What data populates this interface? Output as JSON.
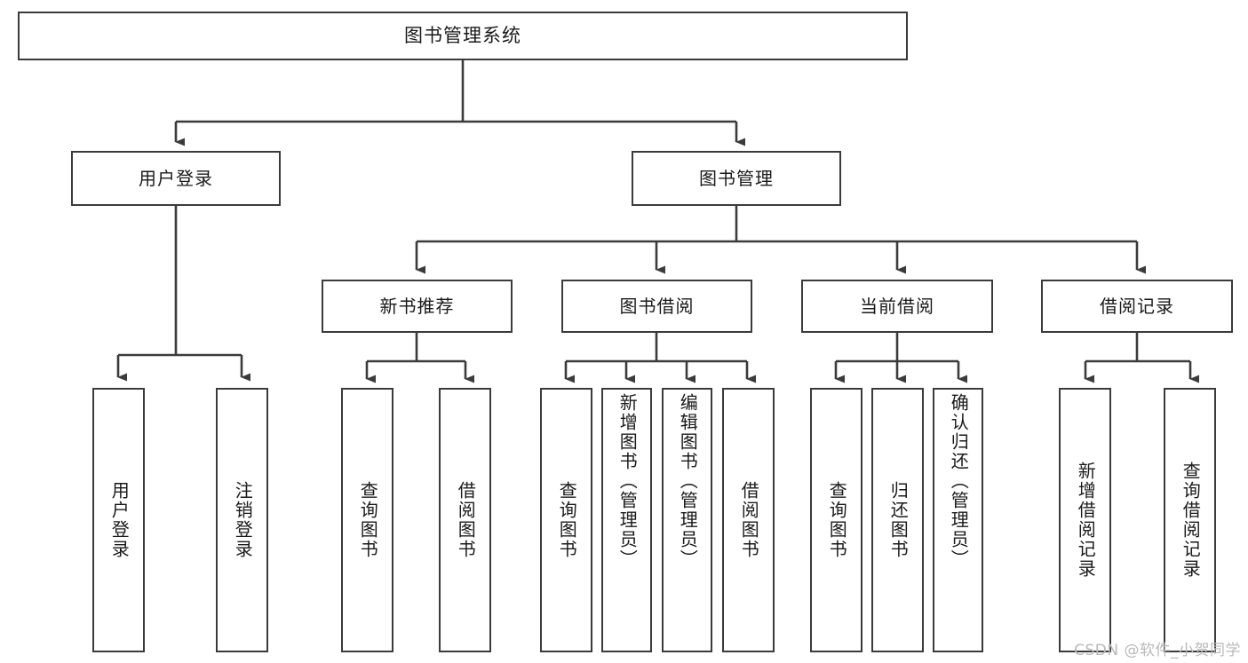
{
  "diagram": {
    "type": "tree-hierarchy-flowchart",
    "root": {
      "label": "图书管理系统"
    },
    "level2": [
      {
        "label": "用户登录"
      },
      {
        "label": "图书管理"
      }
    ],
    "level3": [
      {
        "label": "新书推荐"
      },
      {
        "label": "图书借阅"
      },
      {
        "label": "当前借阅"
      },
      {
        "label": "借阅记录"
      }
    ],
    "leaves": [
      {
        "label": "用户登录",
        "parent": "用户登录"
      },
      {
        "label": "注销登录",
        "parent": "用户登录"
      },
      {
        "label": "查询图书",
        "parent": "新书推荐"
      },
      {
        "label": "借阅图书",
        "parent": "新书推荐"
      },
      {
        "label": "查询图书",
        "parent": "图书借阅"
      },
      {
        "label": "新增图书（管理员）",
        "parent": "图书借阅"
      },
      {
        "label": "编辑图书（管理员）",
        "parent": "图书借阅"
      },
      {
        "label": "借阅图书",
        "parent": "图书借阅"
      },
      {
        "label": "查询图书",
        "parent": "当前借阅"
      },
      {
        "label": "归还图书",
        "parent": "当前借阅"
      },
      {
        "label": "确认归还（管理员）",
        "parent": "当前借阅"
      },
      {
        "label": "新增借阅记录",
        "parent": "借阅记录"
      },
      {
        "label": "查询借阅记录",
        "parent": "借阅记录"
      }
    ]
  },
  "watermark": {
    "text": "CSDN @软件_小贺同学"
  },
  "colors": {
    "stroke": "#3b3b3b",
    "text": "#1a1a1a",
    "background": "#ffffff",
    "watermark": "#b9b9b9"
  }
}
